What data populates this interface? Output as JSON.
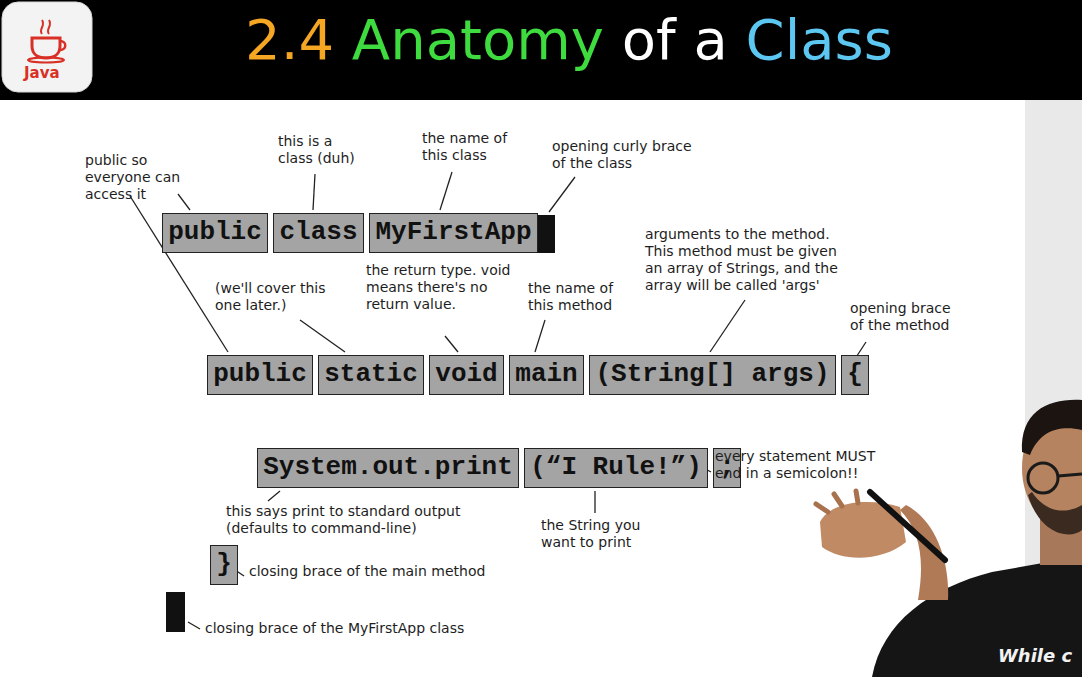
{
  "diagram": {
    "title": "2.4 Anatomy of a Class",
    "nodes": [
      {
        "text": [
          "public"
        ]
      },
      {
        "text": [
          "class"
        ]
      },
      {
        "text": [
          "MyFirstApp"
        ]
      },
      {
        "text": [
          "public"
        ]
      },
      {
        "text": [
          "static"
        ]
      },
      {
        "text": [
          "void"
        ]
      },
      {
        "text": [
          "main"
        ]
      },
      {
        "text": [
          "(String[] args)"
        ]
      },
      {
        "text": [
          "{"
        ]
      },
      {
        "text": [
          "System.out.print"
        ]
      },
      {
        "text": [
          "(“I Rule!”)"
        ]
      },
      {
        "text": [
          ";"
        ]
      },
      {
        "text": [
          "}"
        ]
      }
    ],
    "labels": [
      "Java",
      "public so everyone can access it",
      "this is a class (duh)",
      "the name of this class",
      "opening curly brace of the class",
      "(we'll cover this one later.)",
      "the return type. void means there's no return value.",
      "the name of this method",
      "arguments to the method. This method must be given an array of Strings, and the array will be called 'args'",
      "opening brace of the method",
      "every statement MUST end in a semicolon!!",
      "this says print to standard output (defaults to command-line)",
      "the String you want to print",
      "closing brace of the main method",
      "closing brace of the MyFirstApp class",
      "While c"
    ]
  }
}
